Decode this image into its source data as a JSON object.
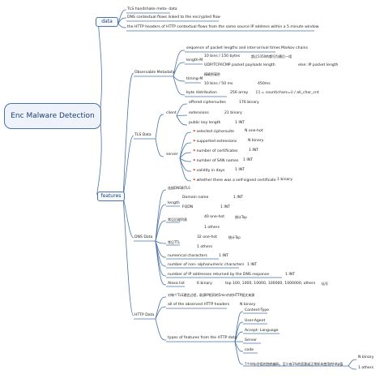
{
  "root": "Enc Malware Detection",
  "data_node": {
    "label": "data",
    "items": [
      "TLS handshake meta- data",
      "DNS contextual flows linked to the encrypted flow",
      "the HTTP headers of HTTP contextual flows from the same source IP address within a 5 minute window"
    ]
  },
  "features_node": {
    "label": "features"
  },
  "observable": {
    "label": "Observable Metadata",
    "seq": "sequence of packet lengths and inter-arrival times",
    "markov": "Markov chains",
    "length_m": "length-M",
    "len_bins": "10 bins / 150 bytes",
    "len_bins_cn": "超过1350的都归为最后一组",
    "udp": "UDP/TCP/ICMP packet payloads length",
    "else": "else: IP packet length",
    "timing_m": "timing-M",
    "ms_cn": "精确到毫秒",
    "time_bins": "10 bins / 50 ms",
    "ms450": "450ms",
    "byte_dist": "byte distribution",
    "arr256": "256 array",
    "count_div": "[i] = count(chars=i) / all_char_cnt"
  },
  "tls": {
    "label": "TLS Data",
    "client": "client",
    "client_items": [
      {
        "name": "offered ciphersuites",
        "val": "176 binary"
      },
      {
        "name": "extensions",
        "val": "21 binary"
      },
      {
        "name": "public key length",
        "val": "1 INT"
      }
    ],
    "server": "server",
    "server_items": [
      {
        "name": "selected ciphersuite",
        "val": "N one-hot"
      },
      {
        "name": "supported extensions",
        "val": "N binary"
      },
      {
        "name": "number of certificates",
        "val": "1 INT"
      },
      {
        "name": "number of SAN names",
        "val": "1 INT"
      },
      {
        "name": "validity in days",
        "val": "1 INT"
      },
      {
        "name": "whether there was a self-signed certificate",
        "val": "1 binary"
      }
    ]
  },
  "dns": {
    "label": "DNS Data",
    "link_cn": "连接DNS和TLS",
    "length": "length",
    "domain_name": "Domain name",
    "fqdn": "FQDN",
    "int1": "1 INT",
    "tld_cn": "常见后缀列表",
    "onehot40": "40 one-hot",
    "top_cn": "统计Top",
    "others": "1 others",
    "ttl_cn": "常见TTL",
    "onehot32": "32 one-hot",
    "others2": "1 others",
    "numerical": "numerical characters",
    "non_alpha": "number of non- alphanumeric characters",
    "ip_returned": "number of IP addresses returned by the DNS response",
    "alexa": "Alexa list",
    "alexa_bin": "6 binary",
    "alexa_tops": "top 100, 1000, 10000, 100000, 1000000, others",
    "brackets": "括号"
  },
  "http": {
    "label": "HTTP Data",
    "desc_cn": "对每个TLS通信过程，取源IP相同的5min内的HTTP报文来源",
    "all_headers": "all of the observed HTTP headers",
    "nbinary": "N binary",
    "types": "types of features from the HTTP data",
    "fields": [
      "Content-Type",
      "User-Agent",
      "Accept- Language",
      "Server",
      "code"
    ],
    "top_cn": "7个http字段的独热编码，至少有1%的恶意或正常样本使用的http值",
    "nbin2": "N binary",
    "others": "1 others"
  }
}
